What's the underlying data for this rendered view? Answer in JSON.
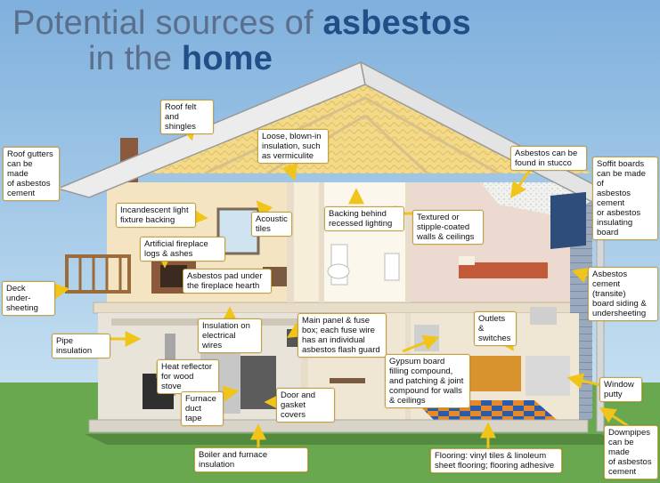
{
  "title": {
    "line1_regular": "Potential sources of ",
    "line1_bold": "asbestos",
    "line2_regular": "in the ",
    "line2_bold": "home"
  },
  "colors": {
    "sky_top": "#7fb0dd",
    "sky_bottom": "#cfe6f4",
    "grass": "#6aa84f",
    "title_regular": "#5b6f8c",
    "title_bold": "#1f4f86",
    "label_border": "#c9a13b",
    "arrow": "#f0c419",
    "roof": "#e8e8e8",
    "siding": "#8a9bb0",
    "insulation": "#f3d98a",
    "floor_tiles_blue": "#2f5aa8",
    "floor_tiles_orange": "#e48a2a"
  },
  "labels": [
    {
      "id": "roof-felt",
      "text": "Roof felt\nand shingles"
    },
    {
      "id": "roof-gutters",
      "text": "Roof gutters\ncan be made\nof asbestos\ncement"
    },
    {
      "id": "loose-insulation",
      "text": "Loose, blown-in\ninsulation, such\nas vermiculite"
    },
    {
      "id": "stucco",
      "text": "Asbestos can be\nfound in stucco"
    },
    {
      "id": "soffit",
      "text": "Soffit boards\ncan be made of\nasbestos cement\nor asbestos\ninsulating board"
    },
    {
      "id": "light-fixture",
      "text": "Incandescent light\nfixture backing"
    },
    {
      "id": "acoustic-tiles",
      "text": "Acoustic\ntiles"
    },
    {
      "id": "recessed-lighting",
      "text": "Backing behind\nrecessed lighting"
    },
    {
      "id": "textured-walls",
      "text": "Textured or\nstipple-coated\nwalls & ceilings"
    },
    {
      "id": "artificial-fireplace",
      "text": "Artificial fireplace\nlogs & ashes"
    },
    {
      "id": "fireplace-hearth",
      "text": "Asbestos pad under\nthe fireplace hearth"
    },
    {
      "id": "deck",
      "text": "Deck under-\nsheeting"
    },
    {
      "id": "siding",
      "text": "Asbestos\ncement (transite)\nboard siding &\nundersheeting"
    },
    {
      "id": "pipe-insulation",
      "text": "Pipe insulation"
    },
    {
      "id": "electrical-wires",
      "text": "Insulation on\nelectrical wires"
    },
    {
      "id": "fuse-box",
      "text": "Main panel & fuse\nbox; each fuse wire\nhas an individual\nasbestos flash guard"
    },
    {
      "id": "outlets",
      "text": "Outlets &\nswitches"
    },
    {
      "id": "heat-reflector",
      "text": "Heat reflector\nfor wood stove"
    },
    {
      "id": "gypsum",
      "text": "Gypsum board\nfilling compound,\nand patching & joint\ncompound for walls\n& ceilings"
    },
    {
      "id": "window-putty",
      "text": "Window\nputty"
    },
    {
      "id": "duct-tape",
      "text": "Furnace\nduct tape"
    },
    {
      "id": "door-gasket",
      "text": "Door and\ngasket covers"
    },
    {
      "id": "downpipes",
      "text": "Downpipes\ncan be made\nof asbestos\ncement"
    },
    {
      "id": "boiler",
      "text": "Boiler and furnace insulation"
    },
    {
      "id": "flooring",
      "text": "Flooring: vinyl tiles & linoleum\nsheet flooring; flooring adhesive"
    }
  ]
}
